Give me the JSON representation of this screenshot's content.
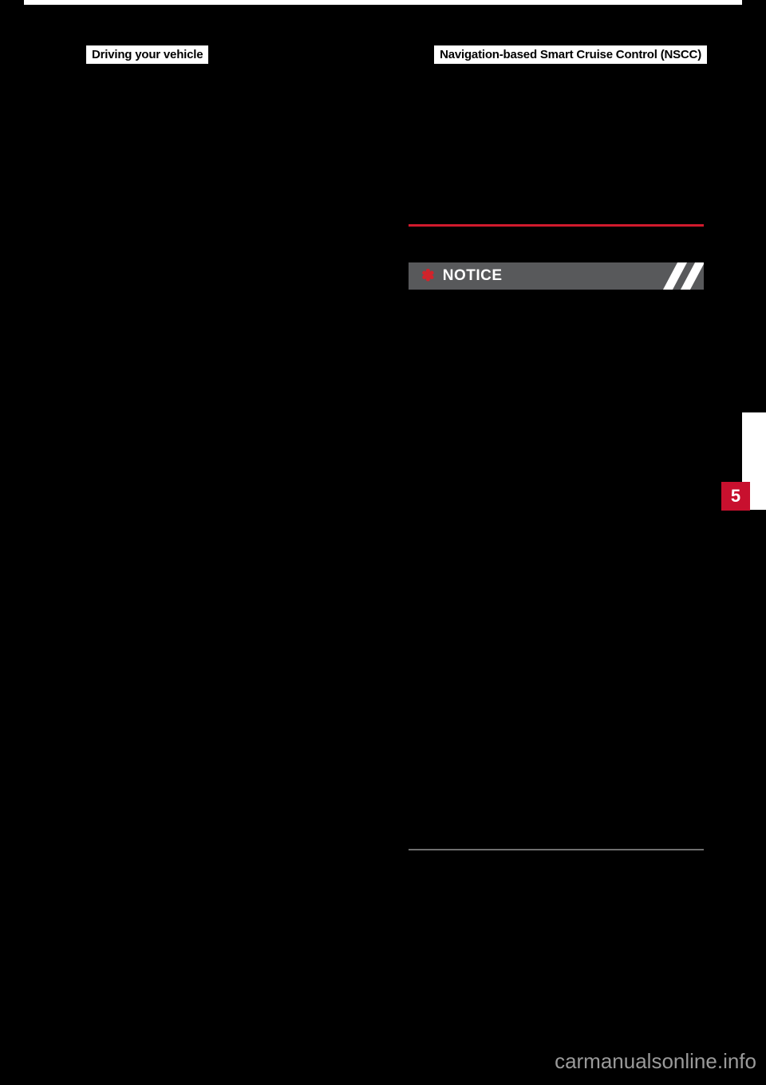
{
  "header": {
    "left_label": "Driving your vehicle",
    "right_label": "Navigation-based Smart Cruise Control (NSCC)"
  },
  "notice": {
    "symbol": "✽",
    "label": "NOTICE"
  },
  "chapter_tab": {
    "number": "5"
  },
  "watermark": {
    "text": "carmanualsonline.info"
  },
  "colors": {
    "page_background": "#000000",
    "chip_background": "#ffffff",
    "chip_text": "#000000",
    "divider_red": "#d11a2d",
    "banner_gray": "#58595b",
    "banner_stripe_white": "#ffffff",
    "notice_symbol_red": "#d2232a",
    "notice_text_white": "#ffffff",
    "chapter_badge_red": "#c8102e",
    "divider_gray": "#6f6f6f",
    "watermark_gray": "#9a9a9a"
  }
}
